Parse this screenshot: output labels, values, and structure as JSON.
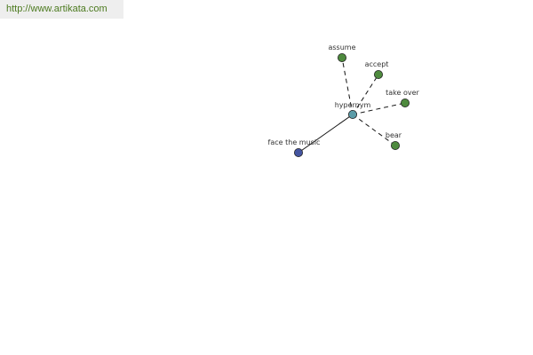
{
  "header": {
    "url": "http://www.artikata.com"
  },
  "graph": {
    "center": {
      "label": "hypernym",
      "color": "#5b9ca8"
    },
    "nodes": [
      {
        "id": "assume",
        "label": "assume",
        "color": "#4e8a3e",
        "edge": "dashed"
      },
      {
        "id": "accept",
        "label": "accept",
        "color": "#4e8a3e",
        "edge": "dashed"
      },
      {
        "id": "take-over",
        "label": "take over",
        "color": "#4e8a3e",
        "edge": "dashed"
      },
      {
        "id": "bear",
        "label": "bear",
        "color": "#4e8a3e",
        "edge": "dashed"
      },
      {
        "id": "face-the-music",
        "label": "face the music",
        "color": "#4455a0",
        "edge": "solid"
      }
    ]
  }
}
